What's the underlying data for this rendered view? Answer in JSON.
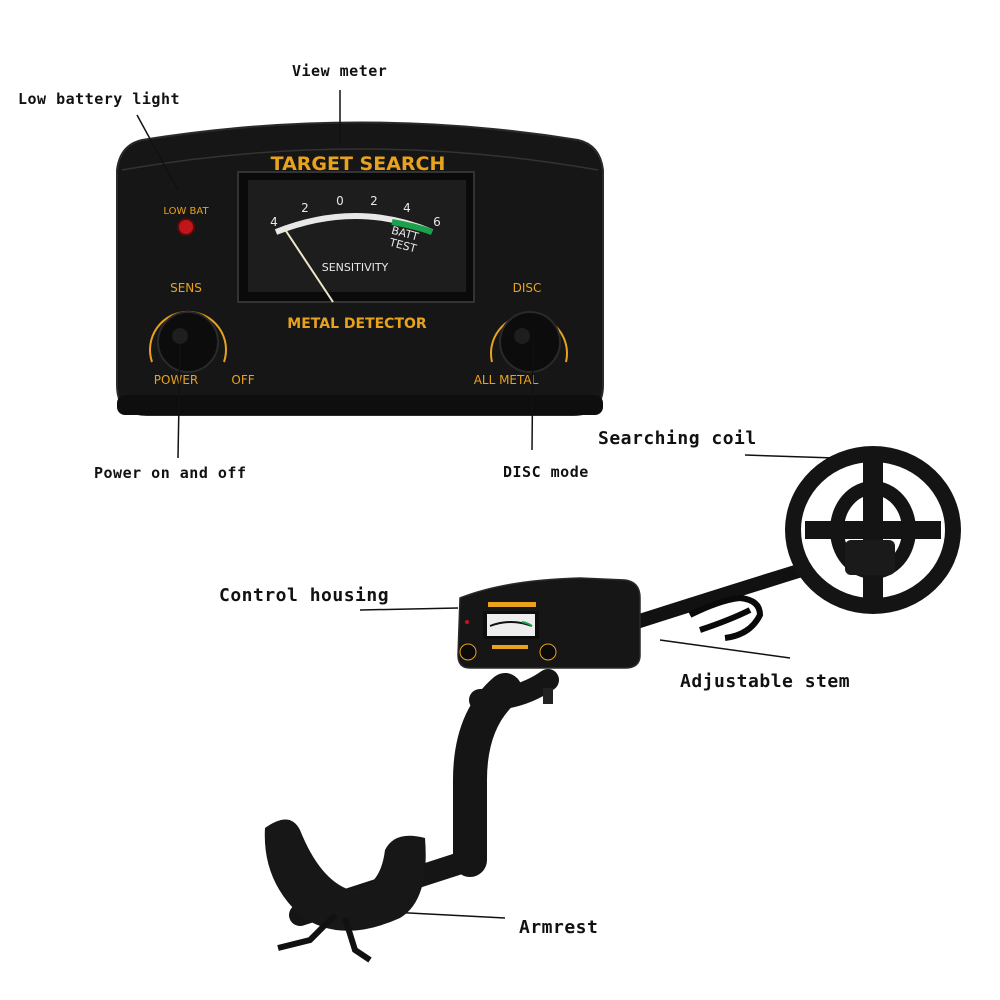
{
  "callouts": {
    "view_meter": "View meter",
    "low_battery_light": "Low battery light",
    "power_on_off": "Power on and off",
    "disc_mode": "DISC mode",
    "searching_coil": "Searching coil",
    "control_housing": "Control housing",
    "adjustable_stem": "Adjustable stem",
    "armrest": "Armrest"
  },
  "panel": {
    "brand": "TARGET SEARCH",
    "model": "METAL DETECTOR",
    "low_bat": "LOW BAT",
    "sens": "SENS",
    "disc": "DISC",
    "power": "POWER",
    "off": "OFF",
    "all_metal": "ALL METAL",
    "meter": {
      "scale": [
        "4",
        "2",
        "0",
        "2",
        "4",
        "6"
      ],
      "batt": "BATT",
      "test": "TEST",
      "sensitivity": "SENSITIVITY"
    }
  },
  "colors": {
    "accent_gold": "#e8a21e",
    "housing": "#141414",
    "led": "#c0161b",
    "batt_green": "#1aa14a"
  }
}
